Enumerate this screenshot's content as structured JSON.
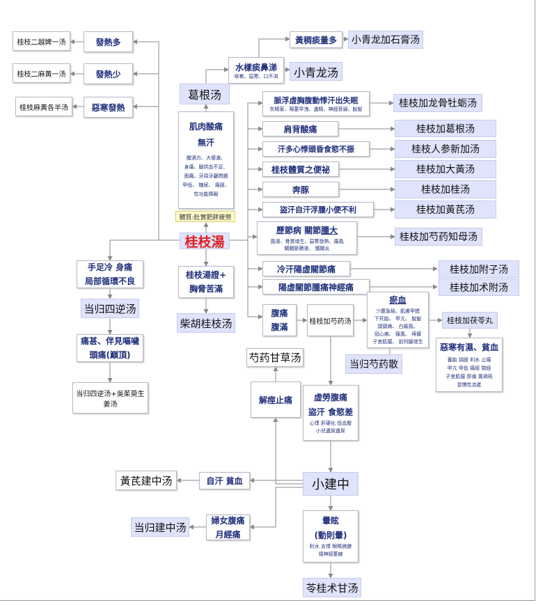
{
  "nodes": {
    "guizhi_er_yue_bi_yi": "桂枝二越婢一汤",
    "fa_re_duo": "發熱多",
    "guizhi_er_ma_huang_yi": "桂枝二麻黃一汤",
    "fa_re_shao": "發熱少",
    "guizhi_ma_huang_ge_ban": "桂枝麻黃各半汤",
    "wu_han_fa_re": "惡寒發熱",
    "huang_chou_tan_liang_duo": "黃稠痰量多",
    "xiao_qing_long_jia_shi_gao": "小青龙加石膏汤",
    "shui_yang_tan_bi_ti": "水樣痰鼻涕",
    "shui_yang_tan_bi_ti_detail": "咳嗽、惡寒、口不渴",
    "xiao_qing_long": "小青龙汤",
    "ge_gen": "葛根汤",
    "mai_fu_xu": "脈浮虛胸腹動悸汗出失眠",
    "mai_fu_xu_detail": "失精家、陽萎早洩、遺精、神經衰弱、脫髮",
    "long_gu_mu_li": "桂枝加龙骨牡蛎汤",
    "ji_rou_suan_tong": "肌肉酸痛",
    "wu_han": "無汗",
    "ji_rou_detail": "醒酒方、大便溏、\n身痛、腦供血不足、\n面癱、牙周牙齦問題\n甲低、 糖尿、 痛經、\n性功能障礙",
    "jian_bei_suan_tong": "肩背酸痛",
    "jia_ge_gen": "桂枝加葛根汤",
    "han_duo_xin_ji": "汗多心悸頭昏食慾不振",
    "ren_shen_xin_jia": "桂枝人参新加汤",
    "ti_zhi_bian_mi": "桂枝體質之便祕",
    "jia_da_huang": "桂枝加大黃汤",
    "ben_tun": "奔豚",
    "jia_gui": "桂枝加桂汤",
    "dao_han_zi_han": "盜汗自汗浮腫小便不利",
    "jia_huang_qi": "桂枝加黃芪汤",
    "ti_zhi": "體質:肚實肥胖疲勞",
    "li_jie_bing": "歷節病 關節",
    "li_jie_bing_u": "腫大",
    "li_jie_detail": "風濕、骨質增生、惡寒發熱、痛風\n關關節積液、 髖關炎",
    "shao_yao_zhi_mu": "桂枝加芍药知母汤",
    "gui_zhi_tang": "桂枝湯",
    "shou_zu_leng": "手足冷 身痛",
    "ju_bu_xun_huan": "局部循環不良",
    "leng_han_yang_xu": "冷汗陽虛關節痛",
    "jia_fu_zi": "桂枝加附子汤",
    "gui_zhi_tang_zheng": "桂枝湯證+",
    "xiong_xie_ku_man": "胸脅苦滿",
    "yang_xu_guan_jie": "陽虛關節腫痛神經痛",
    "jia_zhu_fu": "桂枝加术附汤",
    "dang_gui_si_ni": "当归四逆汤",
    "chai_hu_gui_zhi": "柴胡桂枝汤",
    "fu_tong": "腹痛",
    "fu_man": "腹滿",
    "jia_shao_yao": "桂枝加芍药汤",
    "yu_xue": "瘀血",
    "yu_xue_detail": "少腹急結、肌膚甲錯\n下死胎、 甲亢、 脫髮\n頭頸病、 白癜風、\n冠心病、 痛風、 痔瘡\n子宮肌瘤、 前列腺增生",
    "jia_fu_ling_wan": "桂枝加茯苓丸",
    "tong_shen": "痛甚、伴見嘔噦",
    "tou_tong": "頭痛(巔頂)",
    "shao_yao_gan_cao": "芍药甘草汤",
    "dang_gui_shao_yao_san": "当归芍药散",
    "wu_han_you_shi": "惡寒有濕、貧血",
    "wu_han_you_shi_detail": "養胎 調經 利水 止痛\n甲亢 甲低 痛經 閉經\n子宮肌瘤 瘀循 黃褐斑\n習慣性流產",
    "si_ni_wu_zhu_yu": "当归四逆汤+吳茱萸生姜汤",
    "jie_jing_zhi_tong": "解痙止痛",
    "xu_lao_fu_tong": "虛勞腹痛",
    "dao_han_shi_yu_cha": "盜汗 食慾差",
    "xu_lao_detail": "心悸 肝硬化 低血壓\n小兒遺尿遺尿",
    "huang_qi_jian_zhong": "黃芪建中汤",
    "zi_han_pin_xue": "自汗 貧血",
    "xiao_jian_zhong": "小建中",
    "dang_gui_jian_zhong": "当归建中汤",
    "fu_nv_fu_tong": "婦女腹痛",
    "yue_jing_tong": "月經痛",
    "xuan_yun": "暈眩",
    "dong_ze_yun": "(動則暈)",
    "xuan_yun_detail": "利水 去悸 眼睛病變\n視神經萎縮",
    "ling_gui_zhu_gan": "苓桂术甘汤"
  },
  "colors": {
    "box_fill_blue": "#dfe3fb",
    "text_navy": "#1f2f7a",
    "center_red": "#e02020",
    "connector_gray": "#8a8a8a"
  }
}
